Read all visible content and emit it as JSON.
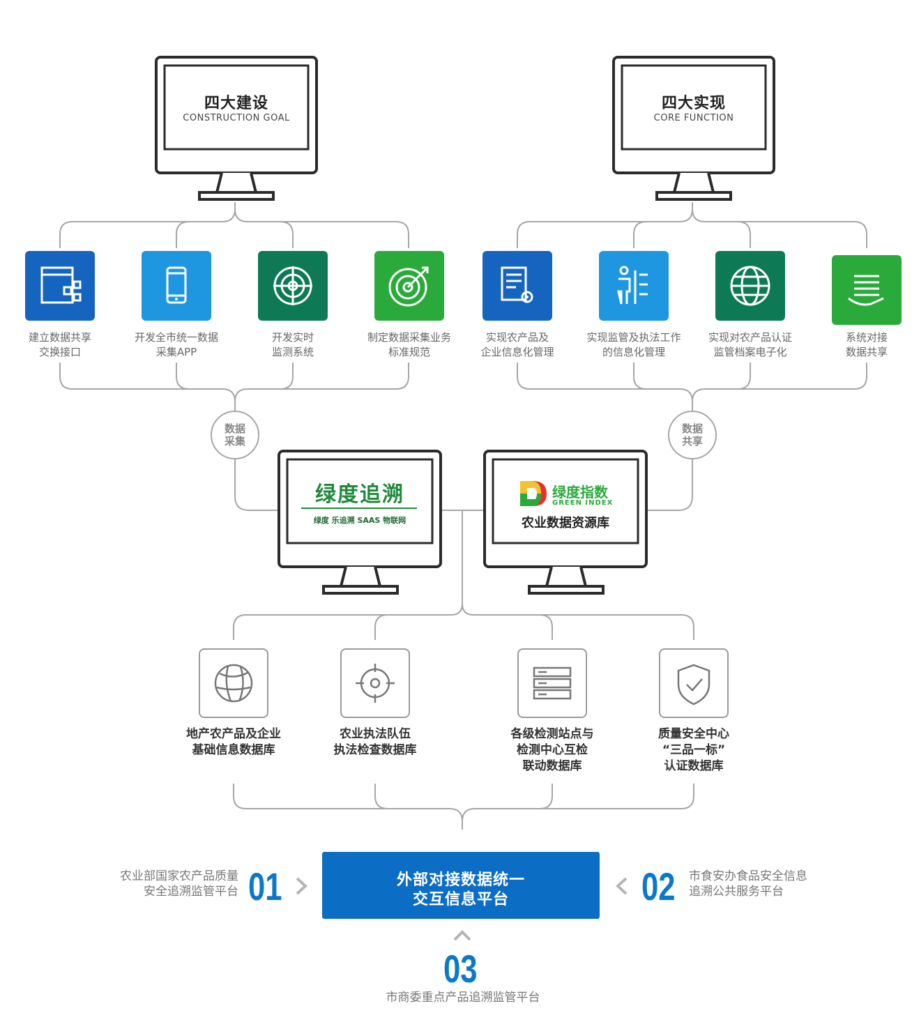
{
  "monitors": {
    "construction": {
      "title": "四大建设",
      "subtitle": "CONSTRUCTION GOAL"
    },
    "core": {
      "title": "四大实现",
      "subtitle": "CORE FUNCTION"
    },
    "traceability": {
      "title": "绿度追溯",
      "subline": "绿度 乐追溯 SAAS 物联网"
    },
    "index": {
      "brand": "绿度指数",
      "brand_en": "GREEN INDEX",
      "caption": "农业数据资源库"
    }
  },
  "construction_items": [
    {
      "label_1": "建立数据共享",
      "label_2": "交换接口",
      "icon": "network-diagram-icon",
      "color": "#1565c0"
    },
    {
      "label_1": "开发全市统一数据",
      "label_2": "采集APP",
      "icon": "mobile-phone-icon",
      "color": "#1e96e0"
    },
    {
      "label_1": "开发实时",
      "label_2": "监测系统",
      "icon": "radar-icon",
      "color": "#0d7a55"
    },
    {
      "label_1": "制定数据采集业务",
      "label_2": "标准规范",
      "icon": "target-icon",
      "color": "#2aaa3b"
    }
  ],
  "core_items": [
    {
      "label_1": "实现农产品及",
      "label_2": "企业信息化管理",
      "icon": "document-gear-icon",
      "color": "#1565c0"
    },
    {
      "label_1": "实现监管及执法工作",
      "label_2": "的信息化管理",
      "icon": "person-checklist-icon",
      "color": "#1e96e0"
    },
    {
      "label_1": "实现对农产品认证",
      "label_2": "监管档案电子化",
      "icon": "globe-icon",
      "color": "#0d7a55"
    },
    {
      "label_1": "系统对接",
      "label_2": "数据共享",
      "icon": "hand-stack-icon",
      "color": "#2aaa3b"
    }
  ],
  "nodes": {
    "collect": {
      "line_1": "数据",
      "line_2": "采集"
    },
    "share": {
      "line_1": "数据",
      "line_2": "共享"
    }
  },
  "databases": [
    {
      "lines": [
        "地产农产品及企业",
        "基础信息数据库"
      ],
      "icon": "globe-network-icon"
    },
    {
      "lines": [
        "农业执法队伍",
        "执法检查数据库"
      ],
      "icon": "crosshair-icon"
    },
    {
      "lines": [
        "各级检测站点与",
        "检测中心互检",
        "联动数据库"
      ],
      "icon": "server-rack-icon"
    },
    {
      "lines": [
        "质量安全中心",
        "“三品一标”",
        "认证数据库"
      ],
      "icon": "shield-check-icon"
    }
  ],
  "platform": {
    "line_1": "外部对接数据统一",
    "line_2": "交互信息平台"
  },
  "external": [
    {
      "number": "01",
      "line_1": "农业部国家农产品质量",
      "line_2": "安全追溯监管平台"
    },
    {
      "number": "02",
      "line_1": "市食安办食品安全信息",
      "line_2": "追溯公共服务平台"
    },
    {
      "number": "03",
      "line_1": "市商委重点产品追溯监管平台"
    }
  ],
  "colors": {
    "accent": "#0b6dc4",
    "number": "#0b79c9",
    "line": "#9a9a9a",
    "traceability_green": "#1f8a3a"
  }
}
